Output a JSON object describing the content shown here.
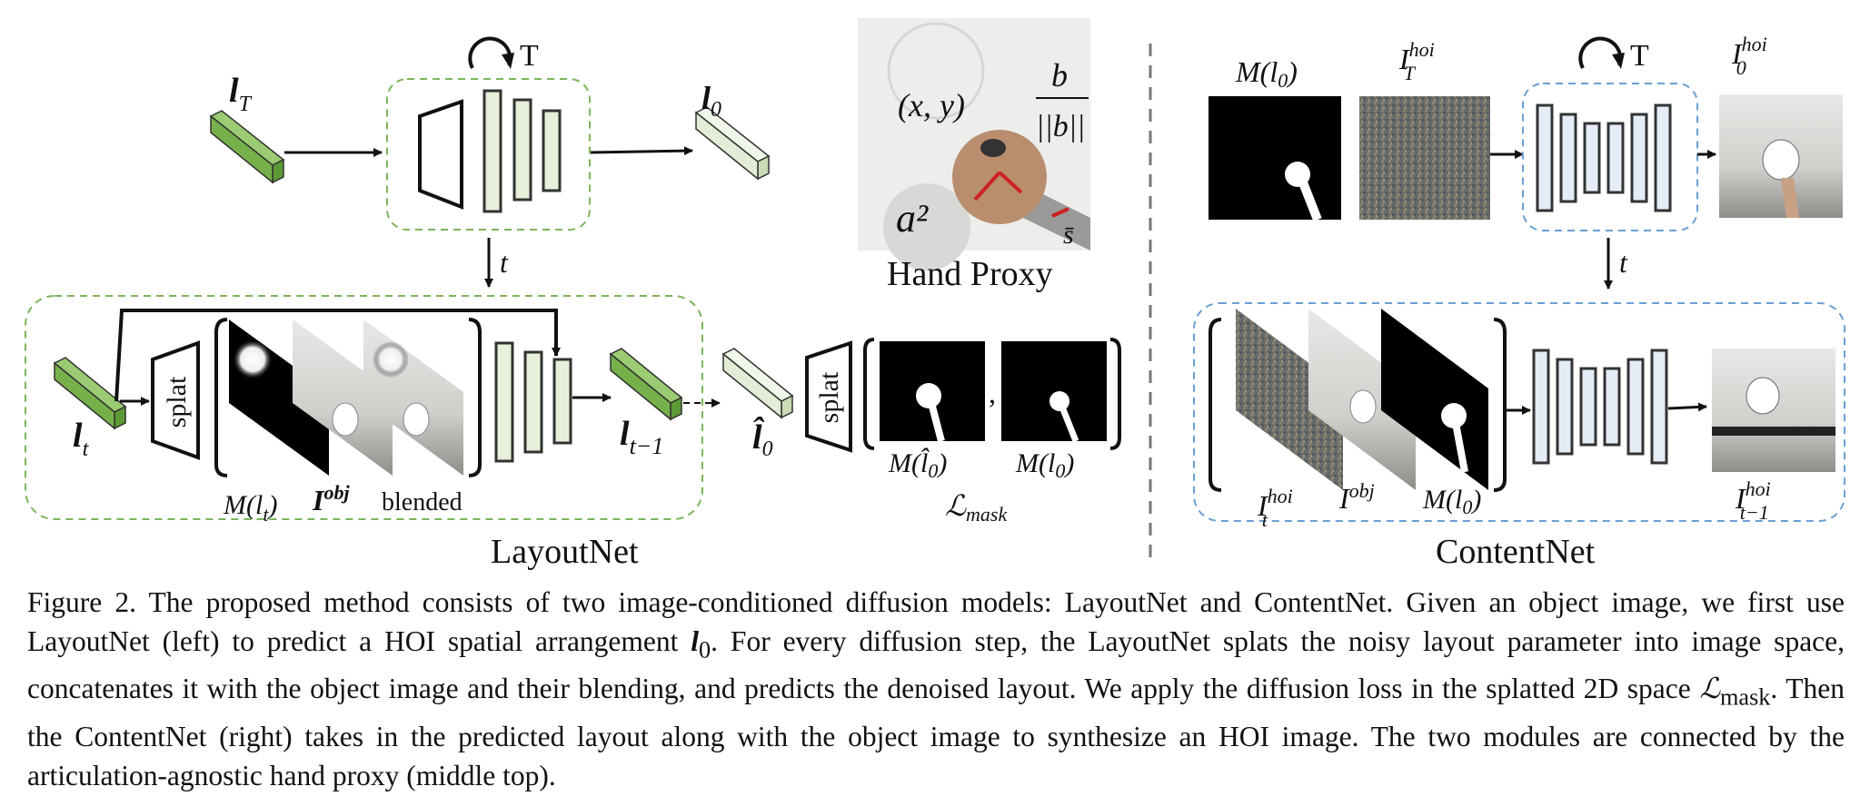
{
  "figure": {
    "top": {
      "loop_T": "T",
      "l_T_base": "l",
      "l_T_sub": "T",
      "l_0_base": "l",
      "l_0_sub": "0",
      "t_arrow": "t"
    },
    "hand_proxy": {
      "title": "Hand Proxy",
      "xy": "(x, y)",
      "frac_num": "b",
      "frac_den": "||b||",
      "a2": "a²",
      "s_bar": "s̄"
    },
    "layoutnet": {
      "title": "LayoutNet",
      "l_t_base": "l",
      "l_t_sub": "t",
      "splat": "splat",
      "M_lt": "M(l",
      "M_lt_sub": "t",
      "I_obj": "I",
      "I_obj_sup": "obj",
      "blended": "blended",
      "l_tm1_base": "l",
      "l_tm1_sub": "t−1",
      "l0hat_base": "l̂",
      "l0hat_sub": "0",
      "splat2": "splat",
      "M_l0hat": "M(l̂",
      "M_l0": "M(l",
      "comma": ",",
      "L_mask": "ℒ",
      "L_mask_sub": "mask"
    },
    "contentnet": {
      "title": "ContentNet",
      "loop_T": "T",
      "M_l0_top": "M(l",
      "I_T_hoi": "I",
      "I_T_hoi_sup": "hoi",
      "I_T_hoi_sub": "T",
      "I_0_hoi": "I",
      "I_0_hoi_sup": "hoi",
      "I_0_hoi_sub": "0",
      "t_arrow": "t",
      "I_t_hoi": "I",
      "I_t_hoi_sup": "hoi",
      "I_t_hoi_sub": "t",
      "I_obj": "I",
      "I_obj_sup": "obj",
      "M_l0": "M(l",
      "I_tm1_hoi": "I",
      "I_tm1_hoi_sup": "hoi",
      "I_tm1_hoi_sub": "t−1"
    }
  },
  "caption": {
    "p1": "Figure 2. The proposed method consists of two image-conditioned diffusion models: LayoutNet and ContentNet. Given an object image, we first use LayoutNet (left) to predict a HOI spatial arrangement ",
    "p1_sym": "l",
    "p1_sub": "0",
    "p2": ".  For every diffusion step, the LayoutNet splats the noisy layout parameter into image space, concatenates it with the object image and their blending, and predicts the denoised layout.  We apply the diffusion loss in the splatted 2D space ",
    "p2_sym": "ℒ",
    "p2_sub": "mask",
    "p3": ".  Then the ContentNet (right) takes in the predicted layout along with the object image to synthesize an HOI image. The two modules are connected by the articulation-agnostic hand proxy (middle top)."
  },
  "colors": {
    "green_dash": "#7cb55a",
    "blue_dash": "#6a9fd4",
    "layer_green": "#e6f0da",
    "layer_blue": "#e4ecf6",
    "bar_dark": "#3a3a3a",
    "latent_green": "#76b04a",
    "latent_light": "#e2ecd6"
  }
}
